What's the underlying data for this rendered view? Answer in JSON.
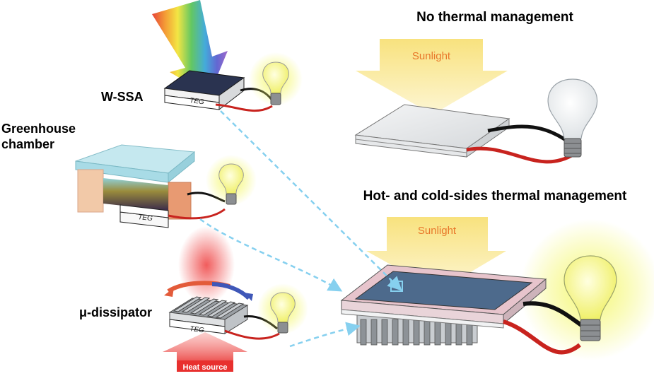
{
  "titles": {
    "top": "No thermal management",
    "bottom": "Hot- and cold-sides thermal management"
  },
  "labels": {
    "wssa": "W-SSA",
    "greenhouse_line1": "Greenhouse",
    "greenhouse_line2": "chamber",
    "udissipator": "μ-dissipator",
    "heat_source": "Heat source",
    "sunlight_top": "Sunlight",
    "sunlight_bottom": "Sunlight",
    "teg": "TEG"
  },
  "colors": {
    "sunlight_arrow": "#f7e27a",
    "sunlight_text": "#e8772a",
    "heat_arrow": "#e8302e",
    "dashed_arrow": "#86d0ef",
    "wire_black": "#111111",
    "wire_red": "#c8231e",
    "glow": "#eef25a",
    "absorber": "#2a3350"
  },
  "icons": [
    "rainbow-arrow",
    "light-bulb-icon",
    "heat-sink",
    "sunlight-arrow",
    "heat-source-arrow",
    "dashed-arrow"
  ]
}
